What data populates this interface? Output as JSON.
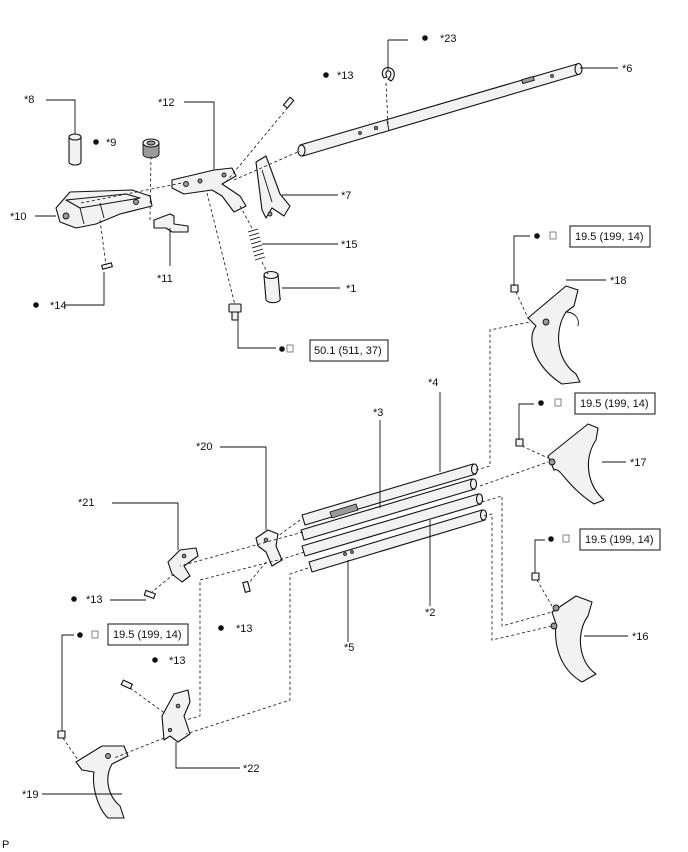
{
  "figure_code": "P",
  "callouts": {
    "c1": "*1",
    "c2": "*2",
    "c3": "*3",
    "c4": "*4",
    "c5": "*5",
    "c6": "*6",
    "c7": "*7",
    "c8": "*8",
    "c9": "*9",
    "c10": "*10",
    "c11": "*11",
    "c12": "*12",
    "c13a": "*13",
    "c13b": "*13",
    "c13c": "*13",
    "c13d": "*13",
    "c14": "*14",
    "c15": "*15",
    "c16": "*16",
    "c17": "*17",
    "c18": "*18",
    "c19": "*19",
    "c20": "*20",
    "c21": "*21",
    "c22": "*22",
    "c23": "*23"
  },
  "torque": {
    "t_bolt_upper": "50.1 (511, 37)",
    "t18": "19.5 (199, 14)",
    "t17": "19.5 (199, 14)",
    "t16": "19.5 (199, 14)",
    "t19": "19.5 (199, 14)"
  },
  "symbols": {
    "bullet": "●",
    "box": "□"
  }
}
